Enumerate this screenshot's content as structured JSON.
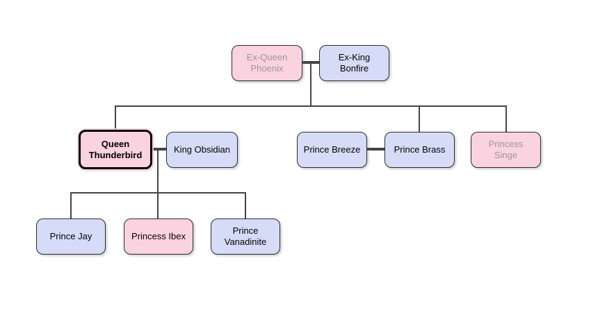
{
  "diagram": {
    "type": "family-tree",
    "background": "#ffffff",
    "colors": {
      "female_fill": "#FBD2E0",
      "male_fill": "#D6DCF7",
      "node_border": "#2B2B2B",
      "selected_node_border": "#000000",
      "connector_line": "#444444",
      "text": "#000000",
      "muted_text": "#999999"
    },
    "nodes": [
      {
        "id": "ex-queen-phoenix",
        "label": "Ex-Queen Phoenix",
        "lines": [
          "Ex-Queen",
          "Phoenix"
        ],
        "gender": "female",
        "muted": true,
        "selected": false,
        "generation": 1
      },
      {
        "id": "ex-king-bonfire",
        "label": "Ex-King Bonfire",
        "lines": [
          "Ex-King",
          "Bonfire"
        ],
        "gender": "male",
        "muted": false,
        "selected": false,
        "generation": 1
      },
      {
        "id": "queen-thunderbird",
        "label": "Queen Thunderbird",
        "lines": [
          "Queen",
          "Thunderbird"
        ],
        "gender": "female",
        "muted": false,
        "selected": true,
        "generation": 2
      },
      {
        "id": "king-obsidian",
        "label": "King Obsidian",
        "lines": [
          "King Obsidian"
        ],
        "gender": "male",
        "muted": false,
        "selected": false,
        "generation": 2
      },
      {
        "id": "prince-breeze",
        "label": "Prince Breeze",
        "lines": [
          "Prince Breeze"
        ],
        "gender": "male",
        "muted": false,
        "selected": false,
        "generation": 2
      },
      {
        "id": "prince-brass",
        "label": "Prince Brass",
        "lines": [
          "Prince Brass"
        ],
        "gender": "male",
        "muted": false,
        "selected": false,
        "generation": 2
      },
      {
        "id": "princess-singe",
        "label": "Princess Singe",
        "lines": [
          "Princess",
          "Singe"
        ],
        "gender": "female",
        "muted": true,
        "selected": false,
        "generation": 2
      },
      {
        "id": "prince-jay",
        "label": "Prince Jay",
        "lines": [
          "Prince Jay"
        ],
        "gender": "male",
        "muted": false,
        "selected": false,
        "generation": 3
      },
      {
        "id": "princess-ibex",
        "label": "Princess Ibex",
        "lines": [
          "Princess Ibex"
        ],
        "gender": "female",
        "muted": false,
        "selected": false,
        "generation": 3
      },
      {
        "id": "prince-vanadinite",
        "label": "Prince Vanadinite",
        "lines": [
          "Prince",
          "Vanadinite"
        ],
        "gender": "male",
        "muted": false,
        "selected": false,
        "generation": 3
      }
    ],
    "relationships": {
      "couples": [
        [
          "Ex-Queen Phoenix",
          "Ex-King Bonfire"
        ],
        [
          "Queen Thunderbird",
          "King Obsidian"
        ],
        [
          "Prince Breeze",
          "Prince Brass"
        ]
      ],
      "children": [
        {
          "parents": [
            "Ex-Queen Phoenix",
            "Ex-King Bonfire"
          ],
          "children": [
            "Queen Thunderbird",
            "Prince Brass",
            "Princess Singe"
          ]
        },
        {
          "parents": [
            "Queen Thunderbird",
            "King Obsidian"
          ],
          "children": [
            "Prince Jay",
            "Princess Ibex",
            "Prince Vanadinite"
          ]
        }
      ]
    }
  }
}
